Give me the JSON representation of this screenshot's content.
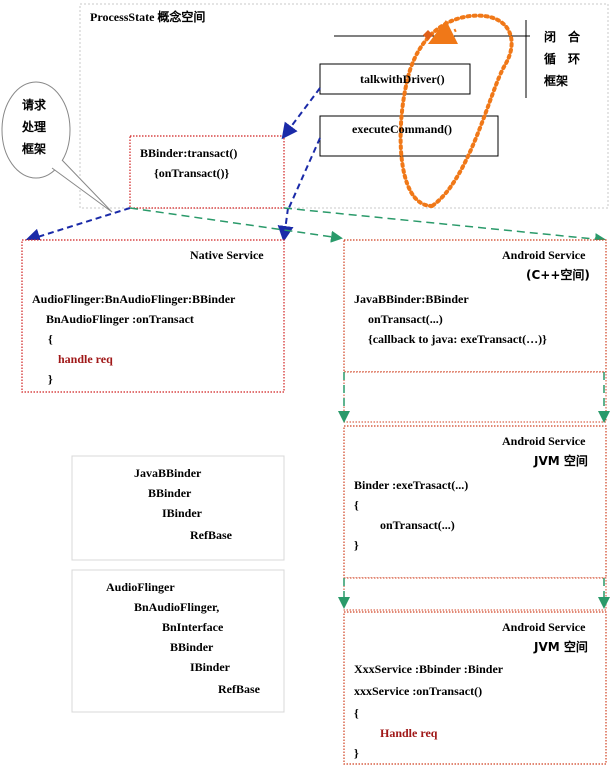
{
  "process_state_label": "ProcessState 概念空间",
  "closed_loop_label": [
    "闭",
    "合",
    "循",
    "环",
    "框架"
  ],
  "request_label": [
    "请求",
    "处理",
    "框架"
  ],
  "talk_with_driver": "talkwithDriver()",
  "execute_command": "executeCommand()",
  "bbinder_box": [
    "BBinder:transact()",
    "{onTransact()}"
  ],
  "native_service": {
    "title": "Native Service",
    "lines": [
      "AudioFlinger:BnAudioFlinger:BBinder",
      "BnAudioFlinger :onTransact",
      "{",
      "handle req",
      "}"
    ]
  },
  "android_service_cpp": {
    "title": [
      "Android Service",
      "(C++空间)"
    ],
    "lines": [
      "JavaBBinder:BBinder",
      "onTransact(...)",
      "{callback to java: exeTransact(…)}"
    ]
  },
  "android_service_jvm": {
    "title": [
      "Android Service",
      "JVM 空间"
    ],
    "lines": [
      "Binder :exeTrasact(...)",
      "{",
      "onTransact(...)",
      "}"
    ]
  },
  "android_service_jvm2": {
    "title": [
      "Android Service",
      "JVM 空间"
    ],
    "lines": [
      "XxxService :Bbinder :Binder",
      "xxxService :onTransact()",
      "{",
      "Handle req",
      "}"
    ]
  },
  "hierarchy_java": [
    "JavaBBinder",
    "BBinder",
    "IBinder",
    "RefBase"
  ],
  "hierarchy_audio": [
    "AudioFlinger",
    "BnAudioFlinger,",
    "BnInterface",
    "BBinder",
    "IBinder",
    "RefBase"
  ],
  "colors": {
    "red_dotted": "#d02020",
    "blue_dash": "#1a2aa8",
    "green_dash": "#2a9a6a",
    "orange_loop": "#f07818",
    "frame_dash": "#b8b8b8",
    "light_border": "#d8d8d8"
  }
}
